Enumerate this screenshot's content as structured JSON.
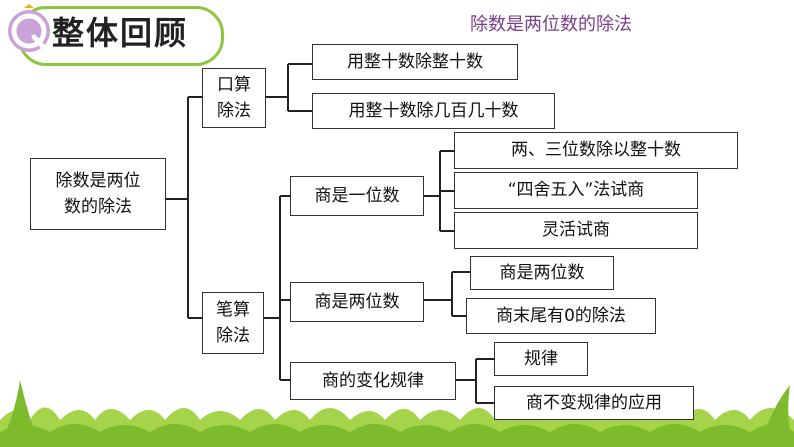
{
  "header": {
    "title": "整体回顾",
    "badge_letter": "Q"
  },
  "subtitle": "除数是两位数的除法",
  "root": "除数是两位数的除法",
  "branches": {
    "oral": {
      "label": "口算除法",
      "items": [
        "用整十数除整十数",
        "用整十数除几百几十数"
      ]
    },
    "written": {
      "label": "笔算除法",
      "groups": [
        {
          "label": "商是一位数",
          "items": [
            "两、三位数除以整十数",
            "“四舍五入”法试商",
            "灵活试商"
          ]
        },
        {
          "label": "商是两位数",
          "items": [
            "商是两位数",
            "商末尾有0的除法"
          ]
        },
        {
          "label": "商的变化规律",
          "items": [
            "规律",
            "商不变规律的应用"
          ]
        }
      ]
    }
  },
  "colors": {
    "grass": "#a5d44a",
    "grass_dark": "#7dbb2c",
    "pill_border": "#8cc63f",
    "badge": "#c9a2d8",
    "subtitle": "#7a3e8a"
  }
}
